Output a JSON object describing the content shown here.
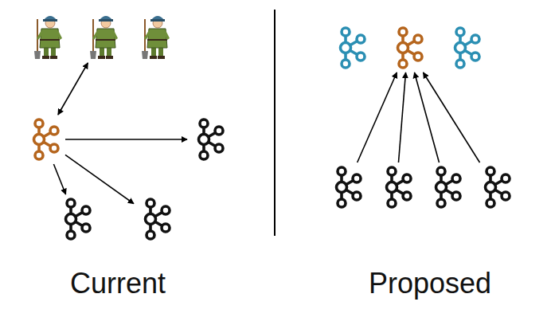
{
  "diagram": {
    "nodes": [
      {
        "text": []
      },
      {
        "text": []
      },
      {
        "text": []
      },
      {
        "text": []
      },
      {
        "text": []
      },
      {
        "text": []
      },
      {
        "text": []
      },
      {
        "text": []
      },
      {
        "text": []
      },
      {
        "text": []
      },
      {
        "text": []
      },
      {
        "text": []
      },
      {
        "text": []
      },
      {
        "text": []
      }
    ],
    "edges": [
      {
        "from": 1,
        "to": 3,
        "arrow": "both"
      },
      {
        "from": 3,
        "to": 4,
        "arrow": "to"
      },
      {
        "from": 3,
        "to": 5,
        "arrow": "to"
      },
      {
        "from": 3,
        "to": 6,
        "arrow": "to"
      },
      {
        "from": 10,
        "to": 8,
        "arrow": "to"
      },
      {
        "from": 11,
        "to": 8,
        "arrow": "to"
      },
      {
        "from": 12,
        "to": 8,
        "arrow": "to"
      },
      {
        "from": 13,
        "to": 8,
        "arrow": "to"
      }
    ],
    "labels": [
      "Current",
      "Proposed"
    ]
  }
}
